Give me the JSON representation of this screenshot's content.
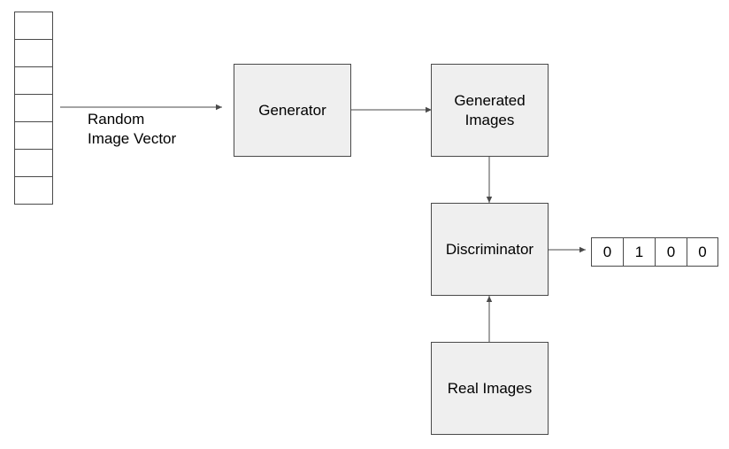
{
  "nodes": {
    "generator": "Generator",
    "generated_images": "Generated\nImages",
    "discriminator": "Discriminator",
    "real_images": "Real Images"
  },
  "input_vector": {
    "label": "Random\nImage Vector",
    "cell_count": 7
  },
  "output_vector": {
    "values": [
      "0",
      "1",
      "0",
      "0"
    ]
  },
  "edges": [
    {
      "from": "random-image-vector",
      "to": "generator"
    },
    {
      "from": "generator",
      "to": "generated-images"
    },
    {
      "from": "generated-images",
      "to": "discriminator"
    },
    {
      "from": "real-images",
      "to": "discriminator"
    },
    {
      "from": "discriminator",
      "to": "output-vector"
    }
  ],
  "colors": {
    "box_fill": "#efefef",
    "stroke": "#4a4a4a",
    "background": "#ffffff"
  }
}
